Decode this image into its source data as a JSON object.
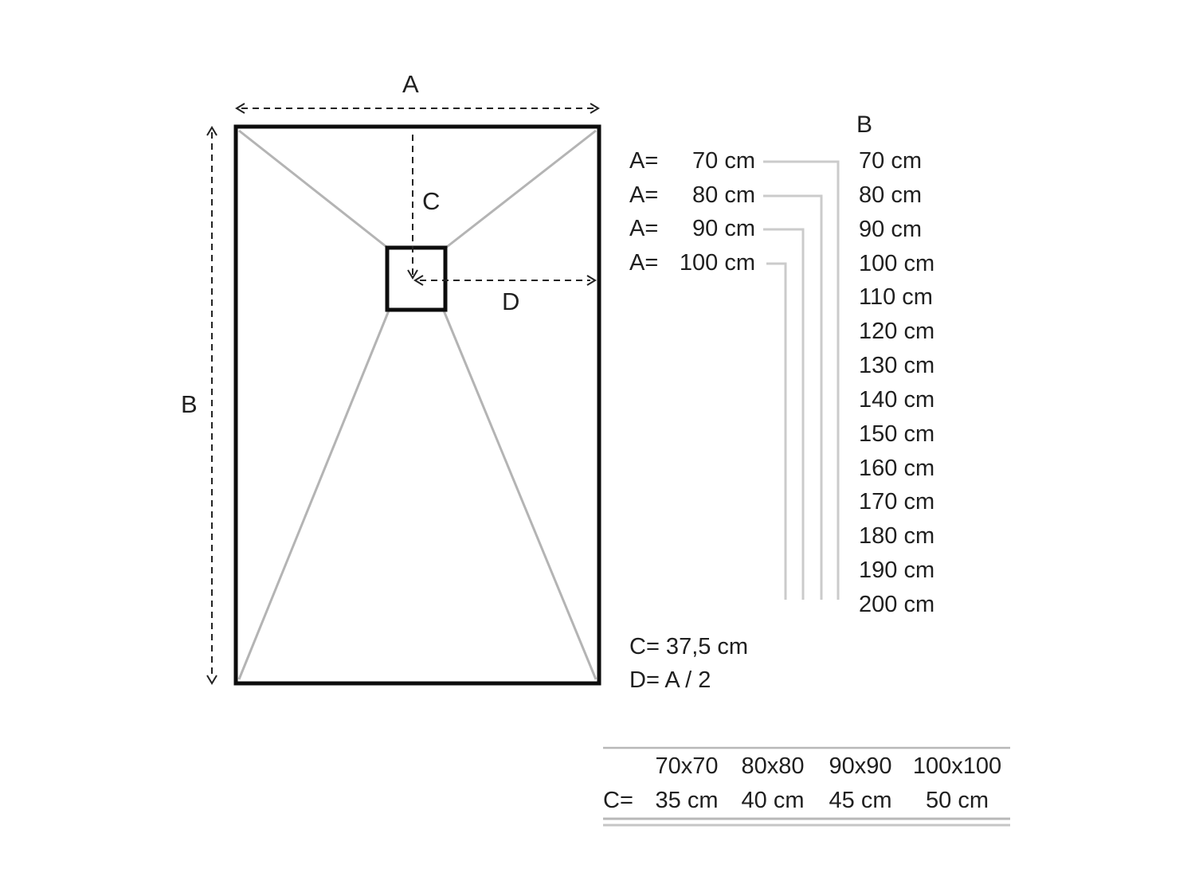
{
  "drawing": {
    "width_label": "A",
    "height_label": "B",
    "center_label": "C",
    "drain_offset_label": "D"
  },
  "a_list": [
    {
      "prefix": "A=",
      "value": "70 cm"
    },
    {
      "prefix": "A=",
      "value": "80 cm"
    },
    {
      "prefix": "A=",
      "value": "90 cm"
    },
    {
      "prefix": "A=",
      "value": "100 cm"
    }
  ],
  "b_list": {
    "header": "B",
    "values": [
      "70 cm",
      "80 cm",
      "90 cm",
      "100 cm",
      "110 cm",
      "120 cm",
      "130 cm",
      "140 cm",
      "150 cm",
      "160 cm",
      "170 cm",
      "180 cm",
      "190 cm",
      "200 cm"
    ]
  },
  "formulas": {
    "c_value": "C= 37,5 cm",
    "d_value": "D= A / 2"
  },
  "size_table": {
    "headers": [
      "70x70",
      "80x80",
      "90x90",
      "100x100"
    ],
    "row_label": "C=",
    "values": [
      "35 cm",
      "40 cm",
      "45 cm",
      "50 cm"
    ]
  },
  "colors": {
    "outline_black": "#0d0d0d",
    "slope_gray": "#b4b4b4",
    "connector_gray": "#cbcbcb",
    "rule_gray": "#b8b8b8",
    "text": "#1f1f1f"
  }
}
